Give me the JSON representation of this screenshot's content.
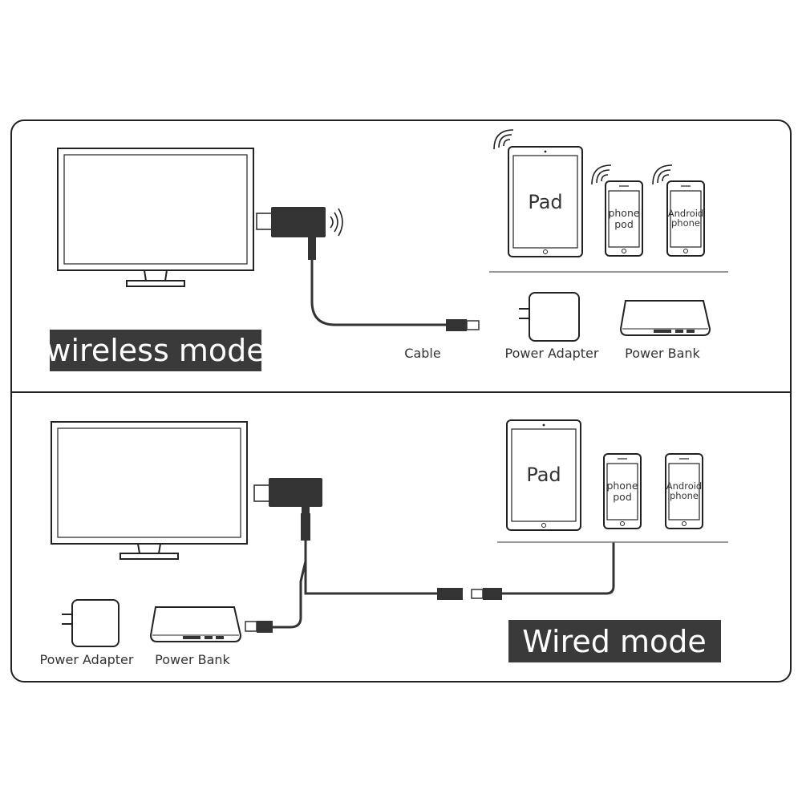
{
  "wireless": {
    "title": "wireless mode",
    "cable_label": "Cable",
    "power_adapter_label": "Power Adapter",
    "power_bank_label": "Power Bank",
    "pad_label": "Pad",
    "phone1_line1": "phone",
    "phone1_line2": "pod",
    "phone2_line1": "Android",
    "phone2_line2": "phone"
  },
  "wired": {
    "title": "Wired mode",
    "power_adapter_label": "Power Adapter",
    "power_bank_label": "Power Bank",
    "pad_label": "Pad",
    "phone1_line1": "phone",
    "phone1_line2": "pod",
    "phone2_line1": "Android",
    "phone2_line2": "phone"
  },
  "colors": {
    "outline": "#222222",
    "label_bg": "#3a3a3a",
    "label_text": "#ffffff",
    "dongle": "#333333",
    "cable": "#333333"
  },
  "icons": [
    "monitor-icon",
    "dongle-icon",
    "wifi-signal-icon",
    "usb-plug-icon",
    "tablet-icon",
    "phone-icon",
    "power-adapter-icon",
    "power-bank-icon"
  ]
}
